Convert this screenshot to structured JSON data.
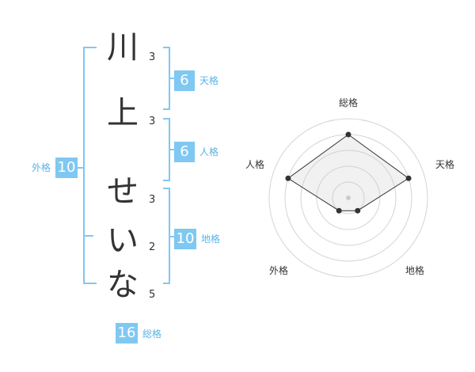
{
  "name": {
    "chars": [
      {
        "char": "川",
        "strokes": "3"
      },
      {
        "char": "上",
        "strokes": "3"
      },
      {
        "char": "せ",
        "strokes": "3"
      },
      {
        "char": "い",
        "strokes": "2"
      },
      {
        "char": "な",
        "strokes": "5"
      }
    ]
  },
  "fortune": {
    "tenkaku": {
      "value": "6",
      "label": "天格"
    },
    "jinkaku": {
      "value": "6",
      "label": "人格"
    },
    "chikaku": {
      "value": "10",
      "label": "地格"
    },
    "gaikaku": {
      "value": "10",
      "label": "外格"
    },
    "soukaku": {
      "value": "16",
      "label": "総格"
    }
  },
  "radar": {
    "labels": {
      "top": "総格",
      "right": "天格",
      "bottom_right": "地格",
      "bottom_left": "外格",
      "left": "人格"
    },
    "levels": {
      "soukaku": 0.8,
      "tenkaku": 0.8,
      "chikaku": 0.2,
      "gaikaku": 0.2,
      "jinkaku": 0.8
    }
  },
  "colors": {
    "accent": "#7fc8f2",
    "accent_text": "#5bb3e6",
    "bracket": "#7fc8f2"
  }
}
